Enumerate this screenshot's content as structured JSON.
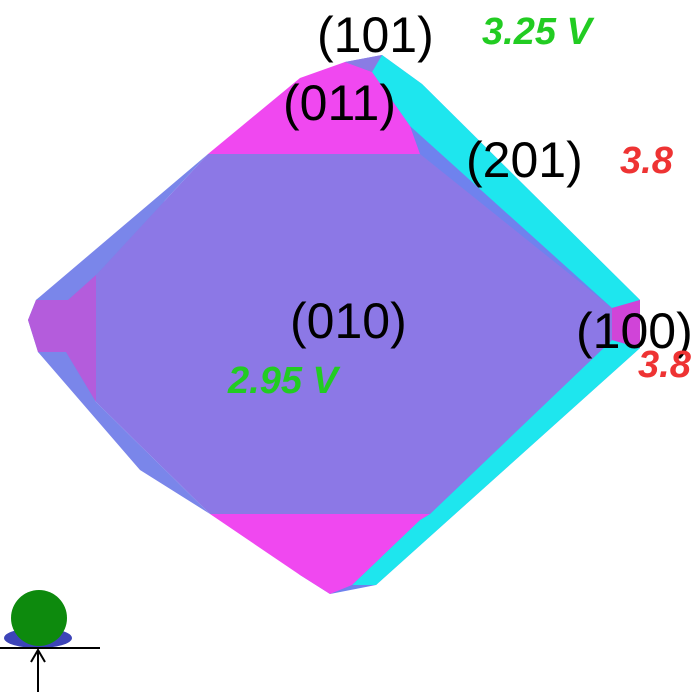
{
  "colors": {
    "face_010": "#8c78e6",
    "face_011": "#f048f0",
    "face_101": "#8a7ce4",
    "face_201": "#1ee6ee",
    "face_100": "#d044d8",
    "edge_bevel": "#6f82ee",
    "voltage_green": "#22cc22",
    "voltage_red": "#ee3333",
    "ball": "#0d8a0d",
    "ball_shadow": "#3d44b8"
  },
  "labels": {
    "face_101": "(101)",
    "face_011": "(011)",
    "face_201": "(201)",
    "face_010": "(010)",
    "face_100": "(100)"
  },
  "voltages": {
    "face_101": "3.25 V",
    "face_201": "3.8",
    "face_010": "2.95 V",
    "face_100": "3.8"
  },
  "icons": {
    "marker": "green-ball-on-surface-icon",
    "pointer": "up-arrow-icon"
  }
}
